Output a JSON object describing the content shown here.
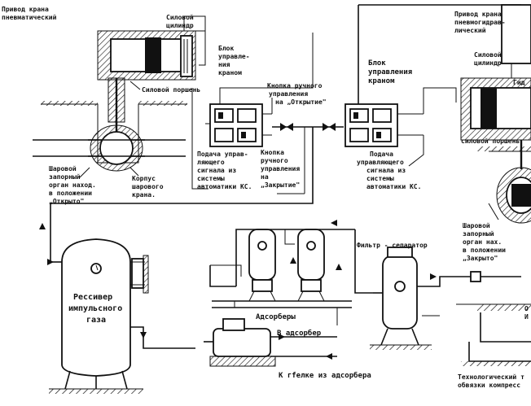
{
  "labels": {
    "pneumatic_drive": [
      "Привод крана",
      "пневматический"
    ],
    "power_cylinder_left": [
      "Силовой",
      "цилиндр"
    ],
    "power_piston_left": "Силовой поршень",
    "control_block_left": [
      "Блок",
      "управле-",
      "ния",
      "краном"
    ],
    "button_open": [
      "Кнопка ручного",
      "управления",
      "на „Открытие\""
    ],
    "signal_left": [
      "Подача управ-",
      "ляющего",
      "сигнала из",
      "системы",
      "автоматики КС."
    ],
    "button_close": [
      "Кнопка",
      "ручного",
      "управления",
      "на",
      "„Закрытие\""
    ],
    "ball_open": [
      "Шаровой",
      "запорный",
      "орган наход.",
      "в положении",
      "„Открыто\""
    ],
    "valve_body": [
      "Корпус",
      "шарового",
      "крана."
    ],
    "control_block_right": [
      "Блок",
      "управления",
      "краном"
    ],
    "signal_right": [
      "Подача",
      "управляющего",
      "сигнала из",
      "системы",
      "автоматики КС."
    ],
    "pneumohydraulic_drive": [
      "Привод крана",
      "пневмогидрав-",
      "лический"
    ],
    "power_cylinder_right": [
      "Силовой",
      "цилиндр"
    ],
    "hydro_fragment": "Гид",
    "power_piston_right": "силовой поршень",
    "ball_closed": [
      "Шаровой",
      "запорный",
      "орган наx.",
      "в положении",
      "„Закрыто\""
    ],
    "receiver": [
      "Ресcивер",
      "импульсного",
      "газа"
    ],
    "adsorbers": "Адсорберы",
    "filter_separator": "Фильтр - сепаратор",
    "to_adsorber": "В адсорбер",
    "from_adsorber_heater": "К гfелке из адсорбера",
    "tech_piping_line1": "Технологический т",
    "tech_piping_line2": "обвязки компресс",
    "right_edge_frag": [
      "О",
      "И"
    ]
  }
}
